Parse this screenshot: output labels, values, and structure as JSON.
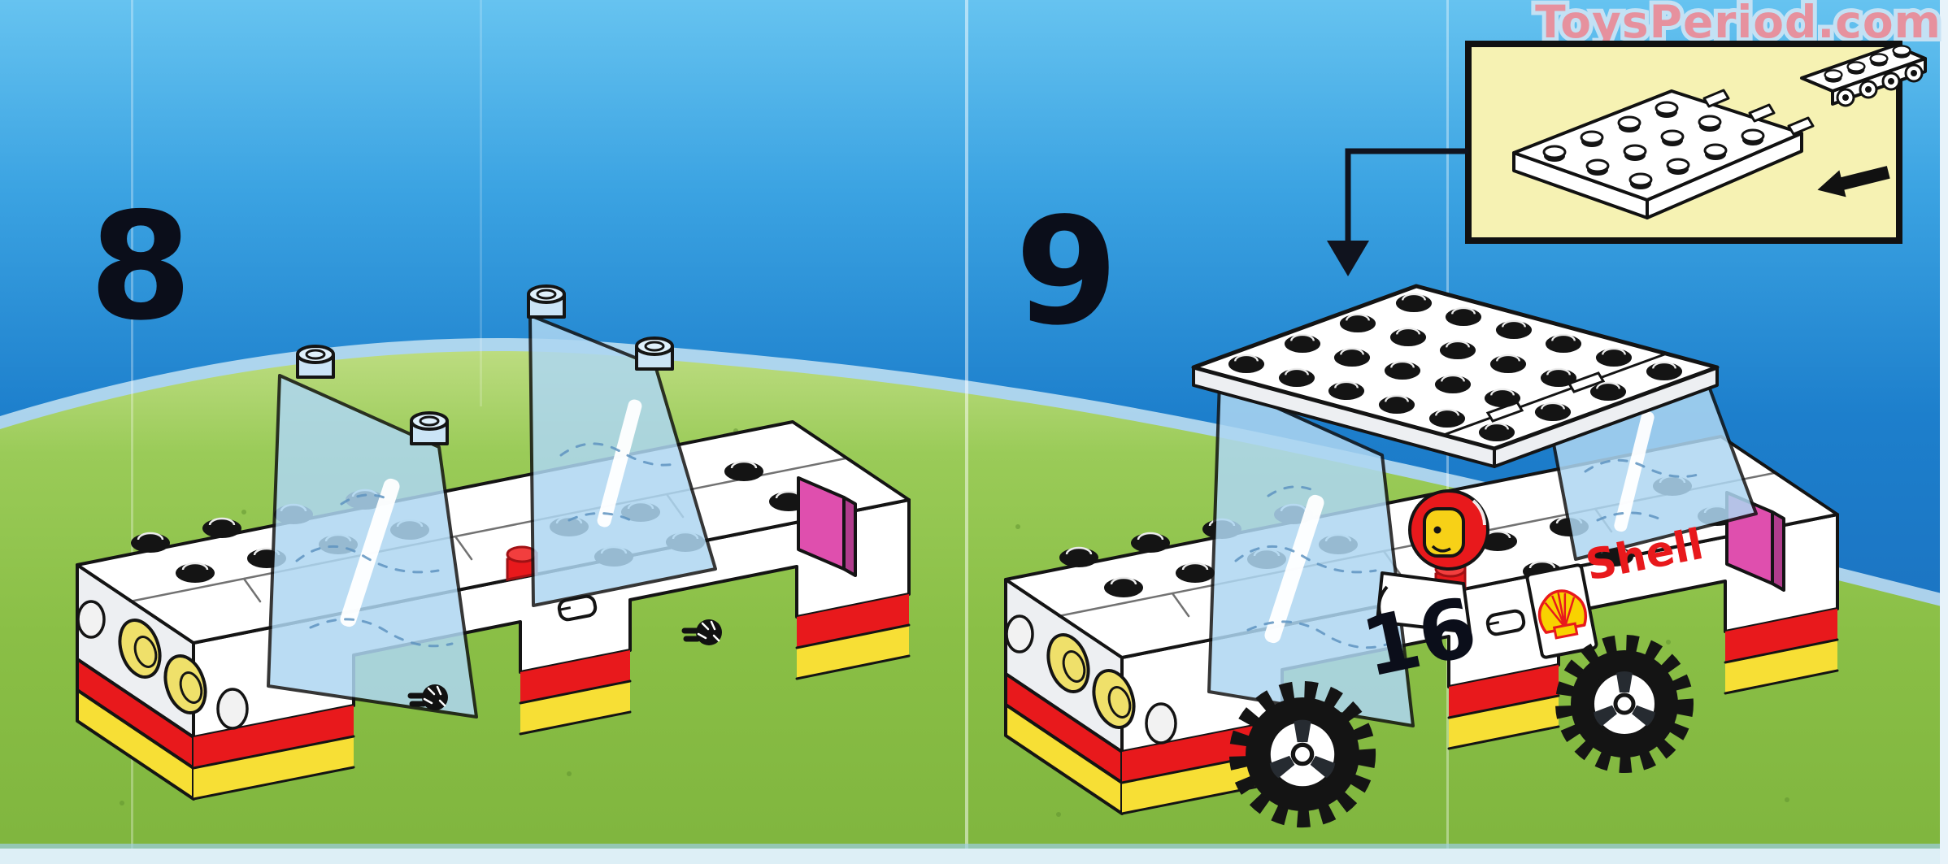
{
  "page": {
    "watermark_text": "ToysPeriod.com"
  },
  "steps": [
    {
      "number": "8"
    },
    {
      "number": "9"
    }
  ],
  "car_decals": {
    "racing_number": "16",
    "sponsor_text": "Shell"
  },
  "icons": {
    "inset_plate": "hinge-plate-3x4-icon",
    "inset_hinge_top": "hinge-top-1x4-icon",
    "inset_arrow": "arrow-left-icon",
    "callout_arrow": "arrow-down-icon",
    "sponsor_logo": "shell-pecten-icon"
  },
  "colors": {
    "sky_top": "#66C3F0",
    "sky_mid": "#2E96DC",
    "sky_deep": "#1B74C2",
    "sky_low": "#4FA6D8",
    "haze": "#CFE8F5",
    "grass_light": "#BCDC80",
    "grass": "#8FC24B",
    "grass_dark": "#7FB53E",
    "white": "#FFFFFF",
    "offwhite": "#EDEFF2",
    "outline": "#141414",
    "ink": "#0B0E1A",
    "trans_blue": "#AED7F2",
    "trans_blue_line": "#5E93BF",
    "red": "#E8191C",
    "red_dark": "#A01114",
    "yellow": "#F7DF35",
    "lamp_yellow": "#EFE06A",
    "magenta": "#DF4FAE",
    "magenta_dark": "#B03C8C",
    "inset_bg": "#F6F2B3",
    "watermark_pink": "#EE8F9A",
    "watermark_halo": "#C9E3F5",
    "shell_yellow": "#F8D200",
    "hub_dark": "#262B31",
    "scan_edge": "#DDEFF6"
  }
}
